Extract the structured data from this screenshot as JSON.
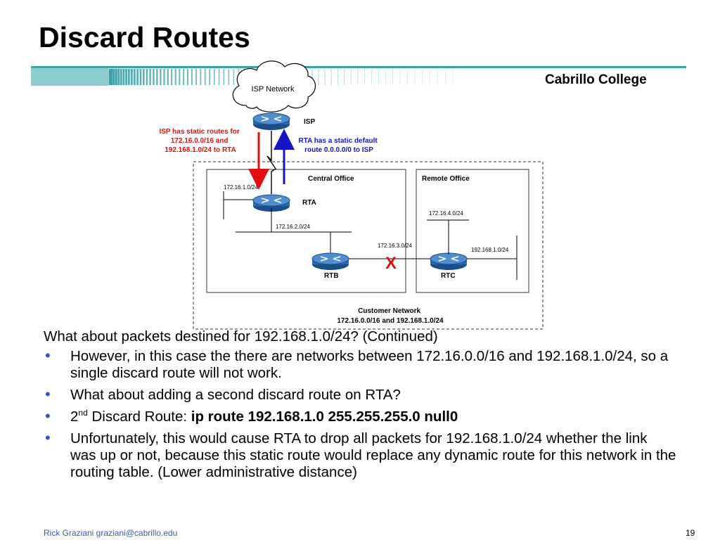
{
  "slide": {
    "title": "Discard Routes",
    "college": "Cabrillo College",
    "colors": {
      "accent": "#3aa3a8",
      "bullet": "#3355cc",
      "red_note": "#e01010",
      "blue_note": "#1515c8",
      "footer": "#3d5aa6"
    }
  },
  "diagram": {
    "cloud_label": "ISP Network",
    "isp_label": "ISP",
    "isp_note": [
      "ISP has static routes for",
      "172.16.0.0/16 and",
      "192.168.1.0/24 to RTA"
    ],
    "rta_note": [
      "RTA has a static default",
      "route 0.0.0.0/0 to ISP"
    ],
    "central_office_label": "Central Office",
    "remote_office_label": "Remote Office",
    "rta_label": "RTA",
    "rtb_label": "RTB",
    "rtc_label": "RTC",
    "subnets": {
      "rta_lan": "172.16.1.0/24",
      "rta_rtb": "172.16.2.0/24",
      "rtb_rtc": "172.16.3.0/24",
      "rtc_lan": "172.16.4.0/24",
      "rtc_192": "192.168.1.0/24"
    },
    "failed_link_mark": "X",
    "customer_network": [
      "Customer Network",
      "172.16.0.0/16 and 192.168.1.0/24"
    ],
    "icons": [
      "cloud-icon",
      "router-icon",
      "lightning-icon",
      "arrow-down-icon",
      "arrow-up-icon"
    ]
  },
  "body": {
    "intro": "What about packets destined for 192.168.1.0/24? (Continued)",
    "bullets": {
      "b1": "However, in this case the there are networks between 172.16.0.0/16 and 192.168.1.0/24, so a single discard route will not work.",
      "b2": "What about adding a second discard route on RTA?",
      "b3_prefix": "2",
      "b3_sup": "nd",
      "b3_text": " Discard Route:  ",
      "b3_cmd": "ip route 192.168.1.0 255.255.255.0 null0",
      "b4": "Unfortunately, this would cause RTA to drop all packets for 192.168.1.0/24 whether the link was up or not, because this static route would replace any dynamic route for this network in the routing table.  (Lower administrative distance)"
    },
    "bullet_glyph": "•"
  },
  "footer": {
    "author": "Rick Graziani  graziani@cabrillo.edu",
    "page": "19"
  }
}
